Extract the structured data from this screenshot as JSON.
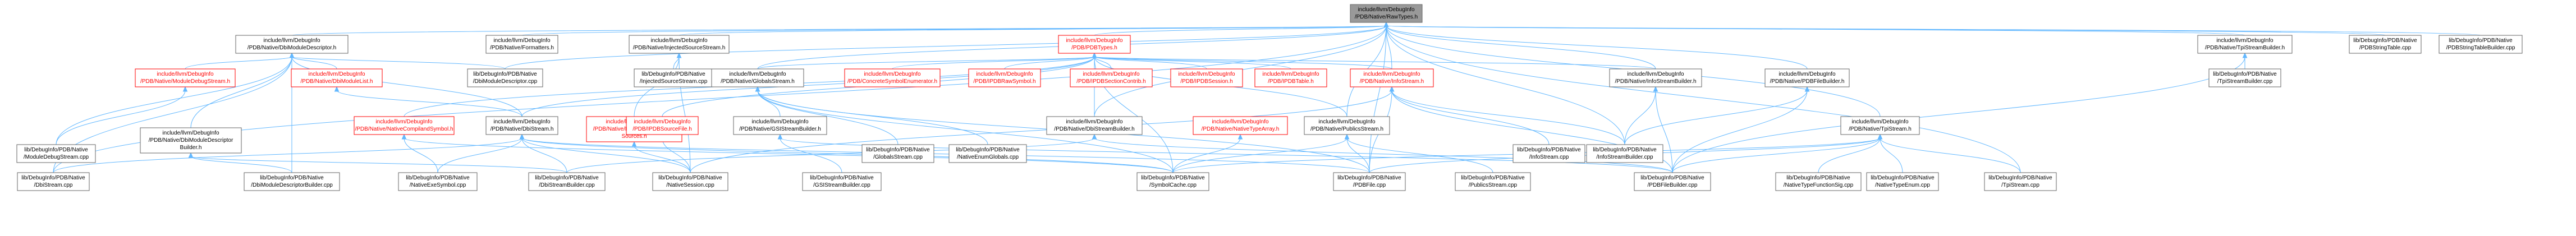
{
  "graph": {
    "nodes": [
      {
        "id": "root",
        "lines": [
          "include/llvm/DebugInfo",
          "/PDB/Native/RawTypes.h"
        ],
        "kind": "root"
      },
      {
        "id": "dbimod",
        "lines": [
          "include/llvm/DebugInfo",
          "/PDB/Native/DbiModuleDescriptor.h"
        ],
        "kind": "normal"
      },
      {
        "id": "formatters",
        "lines": [
          "include/llvm/DebugInfo",
          "/PDB/Native/Formatters.h"
        ],
        "kind": "normal"
      },
      {
        "id": "injsrc",
        "lines": [
          "include/llvm/DebugInfo",
          "/PDB/Native/InjectedSourceStream.h"
        ],
        "kind": "normal"
      },
      {
        "id": "pdbtypes",
        "lines": [
          "include/llvm/DebugInfo",
          "/PDB/PDBTypes.h"
        ],
        "kind": "red"
      },
      {
        "id": "tpisb",
        "lines": [
          "include/llvm/DebugInfo",
          "/PDB/Native/TpiStreamBuilder.h"
        ],
        "kind": "normal"
      },
      {
        "id": "pdbstrtab",
        "lines": [
          "lib/DebugInfo/PDB/Native",
          "/PDBStringTable.cpp"
        ],
        "kind": "normal"
      },
      {
        "id": "pdbstrtabb",
        "lines": [
          "lib/DebugInfo/PDB/Native",
          "/PDBStringTableBuilder.cpp"
        ],
        "kind": "normal"
      },
      {
        "id": "moddbg",
        "lines": [
          "include/llvm/DebugInfo",
          "/PDB/Native/ModuleDebugStream.h"
        ],
        "kind": "red"
      },
      {
        "id": "dbimodlist",
        "lines": [
          "include/llvm/DebugInfo",
          "/PDB/Native/DbiModuleList.h"
        ],
        "kind": "red"
      },
      {
        "id": "dbimodcpp",
        "lines": [
          "lib/DebugInfo/PDB/Native",
          "/DbiModuleDescriptor.cpp"
        ],
        "kind": "normal"
      },
      {
        "id": "injsrccpp",
        "lines": [
          "lib/DebugInfo/PDB/Native",
          "/InjectedSourceStream.cpp"
        ],
        "kind": "normal"
      },
      {
        "id": "globals",
        "lines": [
          "include/llvm/DebugInfo",
          "/PDB/Native/GlobalsStream.h"
        ],
        "kind": "normal"
      },
      {
        "id": "concsym",
        "lines": [
          "include/llvm/DebugInfo",
          "/PDB/ConcreteSymbolEnumerator.h"
        ],
        "kind": "red"
      },
      {
        "id": "pdbrawsym",
        "lines": [
          "include/llvm/DebugInfo",
          "/PDB/IPDBRawSymbol.h"
        ],
        "kind": "red"
      },
      {
        "id": "pdbsecctr",
        "lines": [
          "include/llvm/DebugInfo",
          "/PDB/IPDBSectionContrib.h"
        ],
        "kind": "red"
      },
      {
        "id": "pdbsession",
        "lines": [
          "include/llvm/DebugInfo",
          "/PDB/IPDBSession.h"
        ],
        "kind": "red"
      },
      {
        "id": "pdbtable",
        "lines": [
          "include/llvm/DebugInfo",
          "/PDB/IPDBTable.h"
        ],
        "kind": "red"
      },
      {
        "id": "infostream",
        "lines": [
          "include/llvm/DebugInfo",
          "/PDB/Native/InfoStream.h"
        ],
        "kind": "red"
      },
      {
        "id": "infosb",
        "lines": [
          "include/llvm/DebugInfo",
          "/PDB/Native/InfoStreamBuilder.h"
        ],
        "kind": "normal"
      },
      {
        "id": "pdbfb",
        "lines": [
          "include/llvm/DebugInfo",
          "/PDB/Native/PDBFileBuilder.h"
        ],
        "kind": "normal"
      },
      {
        "id": "tpisbcpp",
        "lines": [
          "lib/DebugInfo/PDB/Native",
          "/TpiStreamBuilder.cpp"
        ],
        "kind": "normal"
      },
      {
        "id": "moddbgcpp",
        "lines": [
          "lib/DebugInfo/PDB/Native",
          "/ModuleDebugStream.cpp"
        ],
        "kind": "normal"
      },
      {
        "id": "dbimodb",
        "lines": [
          "include/llvm/DebugInfo",
          "/PDB/Native/DbiModuleDescriptor",
          "Builder.h"
        ],
        "kind": "normal"
      },
      {
        "id": "natcompsym",
        "lines": [
          "include/llvm/DebugInfo",
          "/PDB/Native/NativeCompilandSymbol.h"
        ],
        "kind": "red"
      },
      {
        "id": "dbistream",
        "lines": [
          "include/llvm/DebugInfo",
          "/PDB/Native/DbiStream.h"
        ],
        "kind": "normal"
      },
      {
        "id": "natenuminj",
        "lines": [
          "include/llvm/DebugInfo",
          "/PDB/Native/NativeEnumInjected",
          "Sources.h"
        ],
        "kind": "red"
      },
      {
        "id": "pdbsrcfile",
        "lines": [
          "include/llvm/DebugInfo",
          "/PDB/IPDBSourceFile.h"
        ],
        "kind": "red"
      },
      {
        "id": "gsisb",
        "lines": [
          "include/llvm/DebugInfo",
          "/PDB/Native/GSIStreamBuilder.h"
        ],
        "kind": "normal"
      },
      {
        "id": "globalscpp",
        "lines": [
          "lib/DebugInfo/PDB/Native",
          "/GlobalsStream.cpp"
        ],
        "kind": "normal"
      },
      {
        "id": "natenumglob",
        "lines": [
          "lib/DebugInfo/PDB/Native",
          "/NativeEnumGlobals.cpp"
        ],
        "kind": "normal"
      },
      {
        "id": "dbisb",
        "lines": [
          "include/llvm/DebugInfo",
          "/PDB/Native/DbiStreamBuilder.h"
        ],
        "kind": "normal"
      },
      {
        "id": "nattypearr",
        "lines": [
          "include/llvm/DebugInfo",
          "/PDB/Native/NativeTypeArray.h"
        ],
        "kind": "red"
      },
      {
        "id": "pubstream",
        "lines": [
          "include/llvm/DebugInfo",
          "/PDB/Native/PublicsStream.h"
        ],
        "kind": "normal"
      },
      {
        "id": "infostreamcpp",
        "lines": [
          "lib/DebugInfo/PDB/Native",
          "/InfoStream.cpp"
        ],
        "kind": "normal"
      },
      {
        "id": "infosbcpp",
        "lines": [
          "lib/DebugInfo/PDB/Native",
          "/InfoStreamBuilder.cpp"
        ],
        "kind": "normal"
      },
      {
        "id": "tpistream",
        "lines": [
          "include/llvm/DebugInfo",
          "/PDB/Native/TpiStream.h"
        ],
        "kind": "normal"
      },
      {
        "id": "dbistreamcpp",
        "lines": [
          "lib/DebugInfo/PDB/Native",
          "/DbiStream.cpp"
        ],
        "kind": "normal"
      },
      {
        "id": "dbimodbcpp",
        "lines": [
          "lib/DebugInfo/PDB/Native",
          "/DbiModuleDescriptorBuilder.cpp"
        ],
        "kind": "normal"
      },
      {
        "id": "natexesym",
        "lines": [
          "lib/DebugInfo/PDB/Native",
          "/NativeExeSymbol.cpp"
        ],
        "kind": "normal"
      },
      {
        "id": "dbisbcpp",
        "lines": [
          "lib/DebugInfo/PDB/Native",
          "/DbiStreamBuilder.cpp"
        ],
        "kind": "normal"
      },
      {
        "id": "natsession",
        "lines": [
          "lib/DebugInfo/PDB/Native",
          "/NativeSession.cpp"
        ],
        "kind": "normal"
      },
      {
        "id": "gsisbcpp",
        "lines": [
          "lib/DebugInfo/PDB/Native",
          "/GSIStreamBuilder.cpp"
        ],
        "kind": "normal"
      },
      {
        "id": "symcache",
        "lines": [
          "lib/DebugInfo/PDB/Native",
          "/SymbolCache.cpp"
        ],
        "kind": "normal"
      },
      {
        "id": "pdbfilecpp",
        "lines": [
          "lib/DebugInfo/PDB/Native",
          "/PDBFile.cpp"
        ],
        "kind": "normal"
      },
      {
        "id": "pubstreamcpp",
        "lines": [
          "lib/DebugInfo/PDB/Native",
          "/PublicsStream.cpp"
        ],
        "kind": "normal"
      },
      {
        "id": "pdbfbcpp",
        "lines": [
          "lib/DebugInfo/PDB/Native",
          "/PDBFileBuilder.cpp"
        ],
        "kind": "normal"
      },
      {
        "id": "nattypefs",
        "lines": [
          "lib/DebugInfo/PDB/Native",
          "/NativeTypeFunctionSig.cpp"
        ],
        "kind": "normal"
      },
      {
        "id": "nattypeenum",
        "lines": [
          "lib/DebugInfo/PDB/Native",
          "/NativeTypeEnum.cpp"
        ],
        "kind": "normal"
      },
      {
        "id": "tpistreamcpp",
        "lines": [
          "lib/DebugInfo/PDB/Native",
          "/TpiStream.cpp"
        ],
        "kind": "normal"
      }
    ],
    "edges": [
      [
        "root",
        "dbimod"
      ],
      [
        "root",
        "formatters"
      ],
      [
        "root",
        "injsrc"
      ],
      [
        "root",
        "pdbtypes"
      ],
      [
        "root",
        "tpisb"
      ],
      [
        "root",
        "pdbstrtab"
      ],
      [
        "root",
        "pdbstrtabb"
      ],
      [
        "root",
        "dbistreamcpp"
      ],
      [
        "root",
        "dbimodcpp"
      ],
      [
        "root",
        "globals"
      ],
      [
        "root",
        "infostream"
      ],
      [
        "root",
        "infosb"
      ],
      [
        "root",
        "pdbfb"
      ],
      [
        "root",
        "tpistream"
      ],
      [
        "root",
        "dbisb"
      ],
      [
        "root",
        "pubstream"
      ],
      [
        "root",
        "tpistreamcpp"
      ],
      [
        "root",
        "pdbfilecpp"
      ],
      [
        "root",
        "infosbcpp"
      ],
      [
        "dbimod",
        "moddbg"
      ],
      [
        "dbimod",
        "dbimodlist"
      ],
      [
        "dbimod",
        "dbimodcpp"
      ],
      [
        "dbimod",
        "dbimodb"
      ],
      [
        "dbimod",
        "dbistream"
      ],
      [
        "dbimod",
        "dbistreamcpp"
      ],
      [
        "dbimod",
        "dbimodbcpp"
      ],
      [
        "dbimod",
        "moddbgcpp"
      ],
      [
        "injsrc",
        "injsrccpp"
      ],
      [
        "injsrc",
        "natenuminj"
      ],
      [
        "injsrc",
        "natsession"
      ],
      [
        "pdbtypes",
        "concsym"
      ],
      [
        "pdbtypes",
        "pdbrawsym"
      ],
      [
        "pdbtypes",
        "pdbsecctr"
      ],
      [
        "pdbtypes",
        "pdbsession"
      ],
      [
        "pdbtypes",
        "pdbtable"
      ],
      [
        "pdbtypes",
        "infostream"
      ],
      [
        "pdbtypes",
        "pdbsrcfile"
      ],
      [
        "pdbtypes",
        "globals"
      ],
      [
        "pdbtypes",
        "dbistream"
      ],
      [
        "pdbtypes",
        "pubstream"
      ],
      [
        "pdbtypes",
        "dbisb"
      ],
      [
        "pdbtypes",
        "infosb"
      ],
      [
        "pdbtypes",
        "natcompsym"
      ],
      [
        "pdbtypes",
        "symcache"
      ],
      [
        "tpisb",
        "tpisbcpp"
      ],
      [
        "tpisb",
        "pdbfbcpp"
      ],
      [
        "moddbg",
        "moddbgcpp"
      ],
      [
        "dbimodlist",
        "dbistream"
      ],
      [
        "globals",
        "gsisb"
      ],
      [
        "globals",
        "globalscpp"
      ],
      [
        "globals",
        "natenumglob"
      ],
      [
        "globals",
        "symcache"
      ],
      [
        "globals",
        "pdbfilecpp"
      ],
      [
        "infostream",
        "infostreamcpp"
      ],
      [
        "infostream",
        "infosbcpp"
      ],
      [
        "infostream",
        "pdbfilecpp"
      ],
      [
        "infostream",
        "pdbfbcpp"
      ],
      [
        "infostream",
        "natsession"
      ],
      [
        "infosb",
        "infosbcpp"
      ],
      [
        "infosb",
        "pdbfbcpp"
      ],
      [
        "pdbfb",
        "pdbfbcpp"
      ],
      [
        "pdbfb",
        "infosbcpp"
      ],
      [
        "dbimodb",
        "dbimodbcpp"
      ],
      [
        "dbimodb",
        "dbisbcpp"
      ],
      [
        "natcompsym",
        "natexesym"
      ],
      [
        "natcompsym",
        "symcache"
      ],
      [
        "dbistream",
        "dbistreamcpp"
      ],
      [
        "dbistream",
        "natexesym"
      ],
      [
        "dbistream",
        "dbisbcpp"
      ],
      [
        "dbistream",
        "natsession"
      ],
      [
        "dbistream",
        "symcache"
      ],
      [
        "dbistream",
        "pdbfilecpp"
      ],
      [
        "natenuminj",
        "natsession"
      ],
      [
        "pdbsrcfile",
        "natsession"
      ],
      [
        "gsisb",
        "gsisbcpp"
      ],
      [
        "gsisb",
        "pdbfbcpp"
      ],
      [
        "dbisb",
        "dbisbcpp"
      ],
      [
        "dbisb",
        "pdbfbcpp"
      ],
      [
        "nattypearr",
        "symcache"
      ],
      [
        "pubstream",
        "pubstreamcpp"
      ],
      [
        "pubstream",
        "symcache"
      ],
      [
        "pubstream",
        "pdbfilecpp"
      ],
      [
        "tpistream",
        "tpistreamcpp"
      ],
      [
        "tpistream",
        "nattypefs"
      ],
      [
        "tpistream",
        "nattypeenum"
      ],
      [
        "tpistream",
        "pdbfilecpp"
      ],
      [
        "tpistream",
        "symcache"
      ],
      [
        "tpistream",
        "pdbfbcpp"
      ]
    ]
  }
}
